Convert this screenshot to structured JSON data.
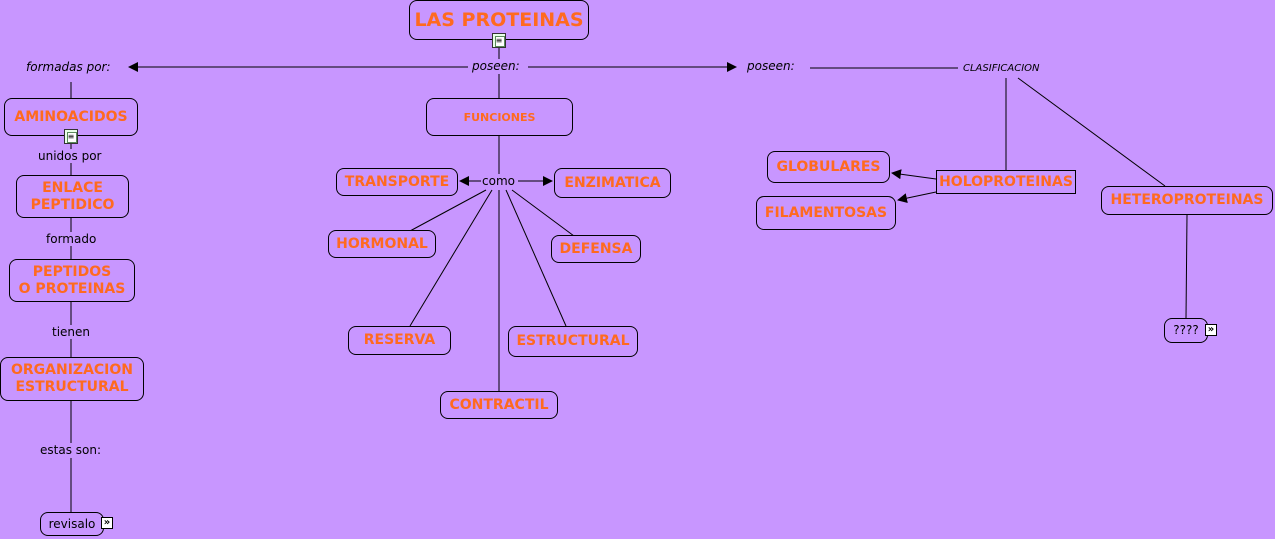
{
  "colors": {
    "background": "#c896ff",
    "node_text": "#ff6a1f",
    "border": "#000000"
  },
  "title": "LAS PROTEINAS",
  "links": {
    "poseen_center": "poseen:",
    "poseen_right": "poseen:",
    "formadas_por": "formadas por:",
    "clasificacion": "CLASIFICACION",
    "unidos_por": "unidos por",
    "formado": "formado",
    "tienen": "tienen",
    "estas_son": "estas son:",
    "como": "como"
  },
  "chain": {
    "aminoacidos": "AMINOACIDOS",
    "enlace": [
      "ENLACE",
      "PEPTIDICO"
    ],
    "peptidos": [
      "PEPTIDOS",
      "O PROTEINAS"
    ],
    "organizacion": [
      "ORGANIZACION",
      "ESTRUCTURAL"
    ],
    "revisalo": "revisalo"
  },
  "funciones": {
    "heading": "FUNCIONES",
    "items": {
      "transporte": "TRANSPORTE",
      "enzimatica": "ENZIMATICA",
      "hormonal": "HORMONAL",
      "defensa": "DEFENSA",
      "reserva": "RESERVA",
      "estructural": "ESTRUCTURAL",
      "contractil": "CONTRACTIL"
    }
  },
  "clasificacion": {
    "holoproteinas": "HOLOPROTEINAS",
    "globulares": "GLOBULARES",
    "filamentosas": "FILAMENTOSAS",
    "heteroproteinas": "HETEROPROTEINAS",
    "unknown": "????"
  },
  "icons": {
    "resource": "document-resource-icon",
    "link": "double-chevron-right-icon"
  }
}
